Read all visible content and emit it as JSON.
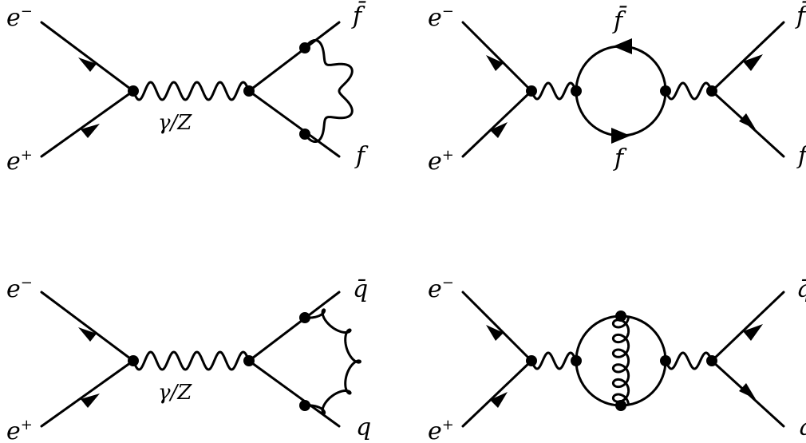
{
  "diagrams": [
    {
      "id": "top-left",
      "external": {
        "in_top": "e",
        "in_top_sup": "−",
        "in_bottom": "e",
        "in_bottom_sup": "+",
        "out_top": "f̄",
        "out_bottom": "f"
      },
      "propagator_label": "γ/Z",
      "loop": "photon-vertex-correction"
    },
    {
      "id": "top-right",
      "external": {
        "in_top": "e",
        "in_top_sup": "−",
        "in_bottom": "e",
        "in_bottom_sup": "+",
        "out_top": "f̄",
        "out_bottom": "f"
      },
      "loop_labels": {
        "top": "f̄",
        "bottom": "f"
      },
      "loop": "fermion-bubble"
    },
    {
      "id": "bottom-left",
      "external": {
        "in_top": "e",
        "in_top_sup": "−",
        "in_bottom": "e",
        "in_bottom_sup": "+",
        "out_top": "q̄",
        "out_bottom": "q"
      },
      "propagator_label": "γ/Z",
      "loop": "gluon-vertex-correction"
    },
    {
      "id": "bottom-right",
      "external": {
        "in_top": "e",
        "in_top_sup": "−",
        "in_bottom": "e",
        "in_bottom_sup": "+",
        "out_top": "q̄",
        "out_bottom": "q"
      },
      "loop": "quark-bubble-gluon"
    }
  ]
}
